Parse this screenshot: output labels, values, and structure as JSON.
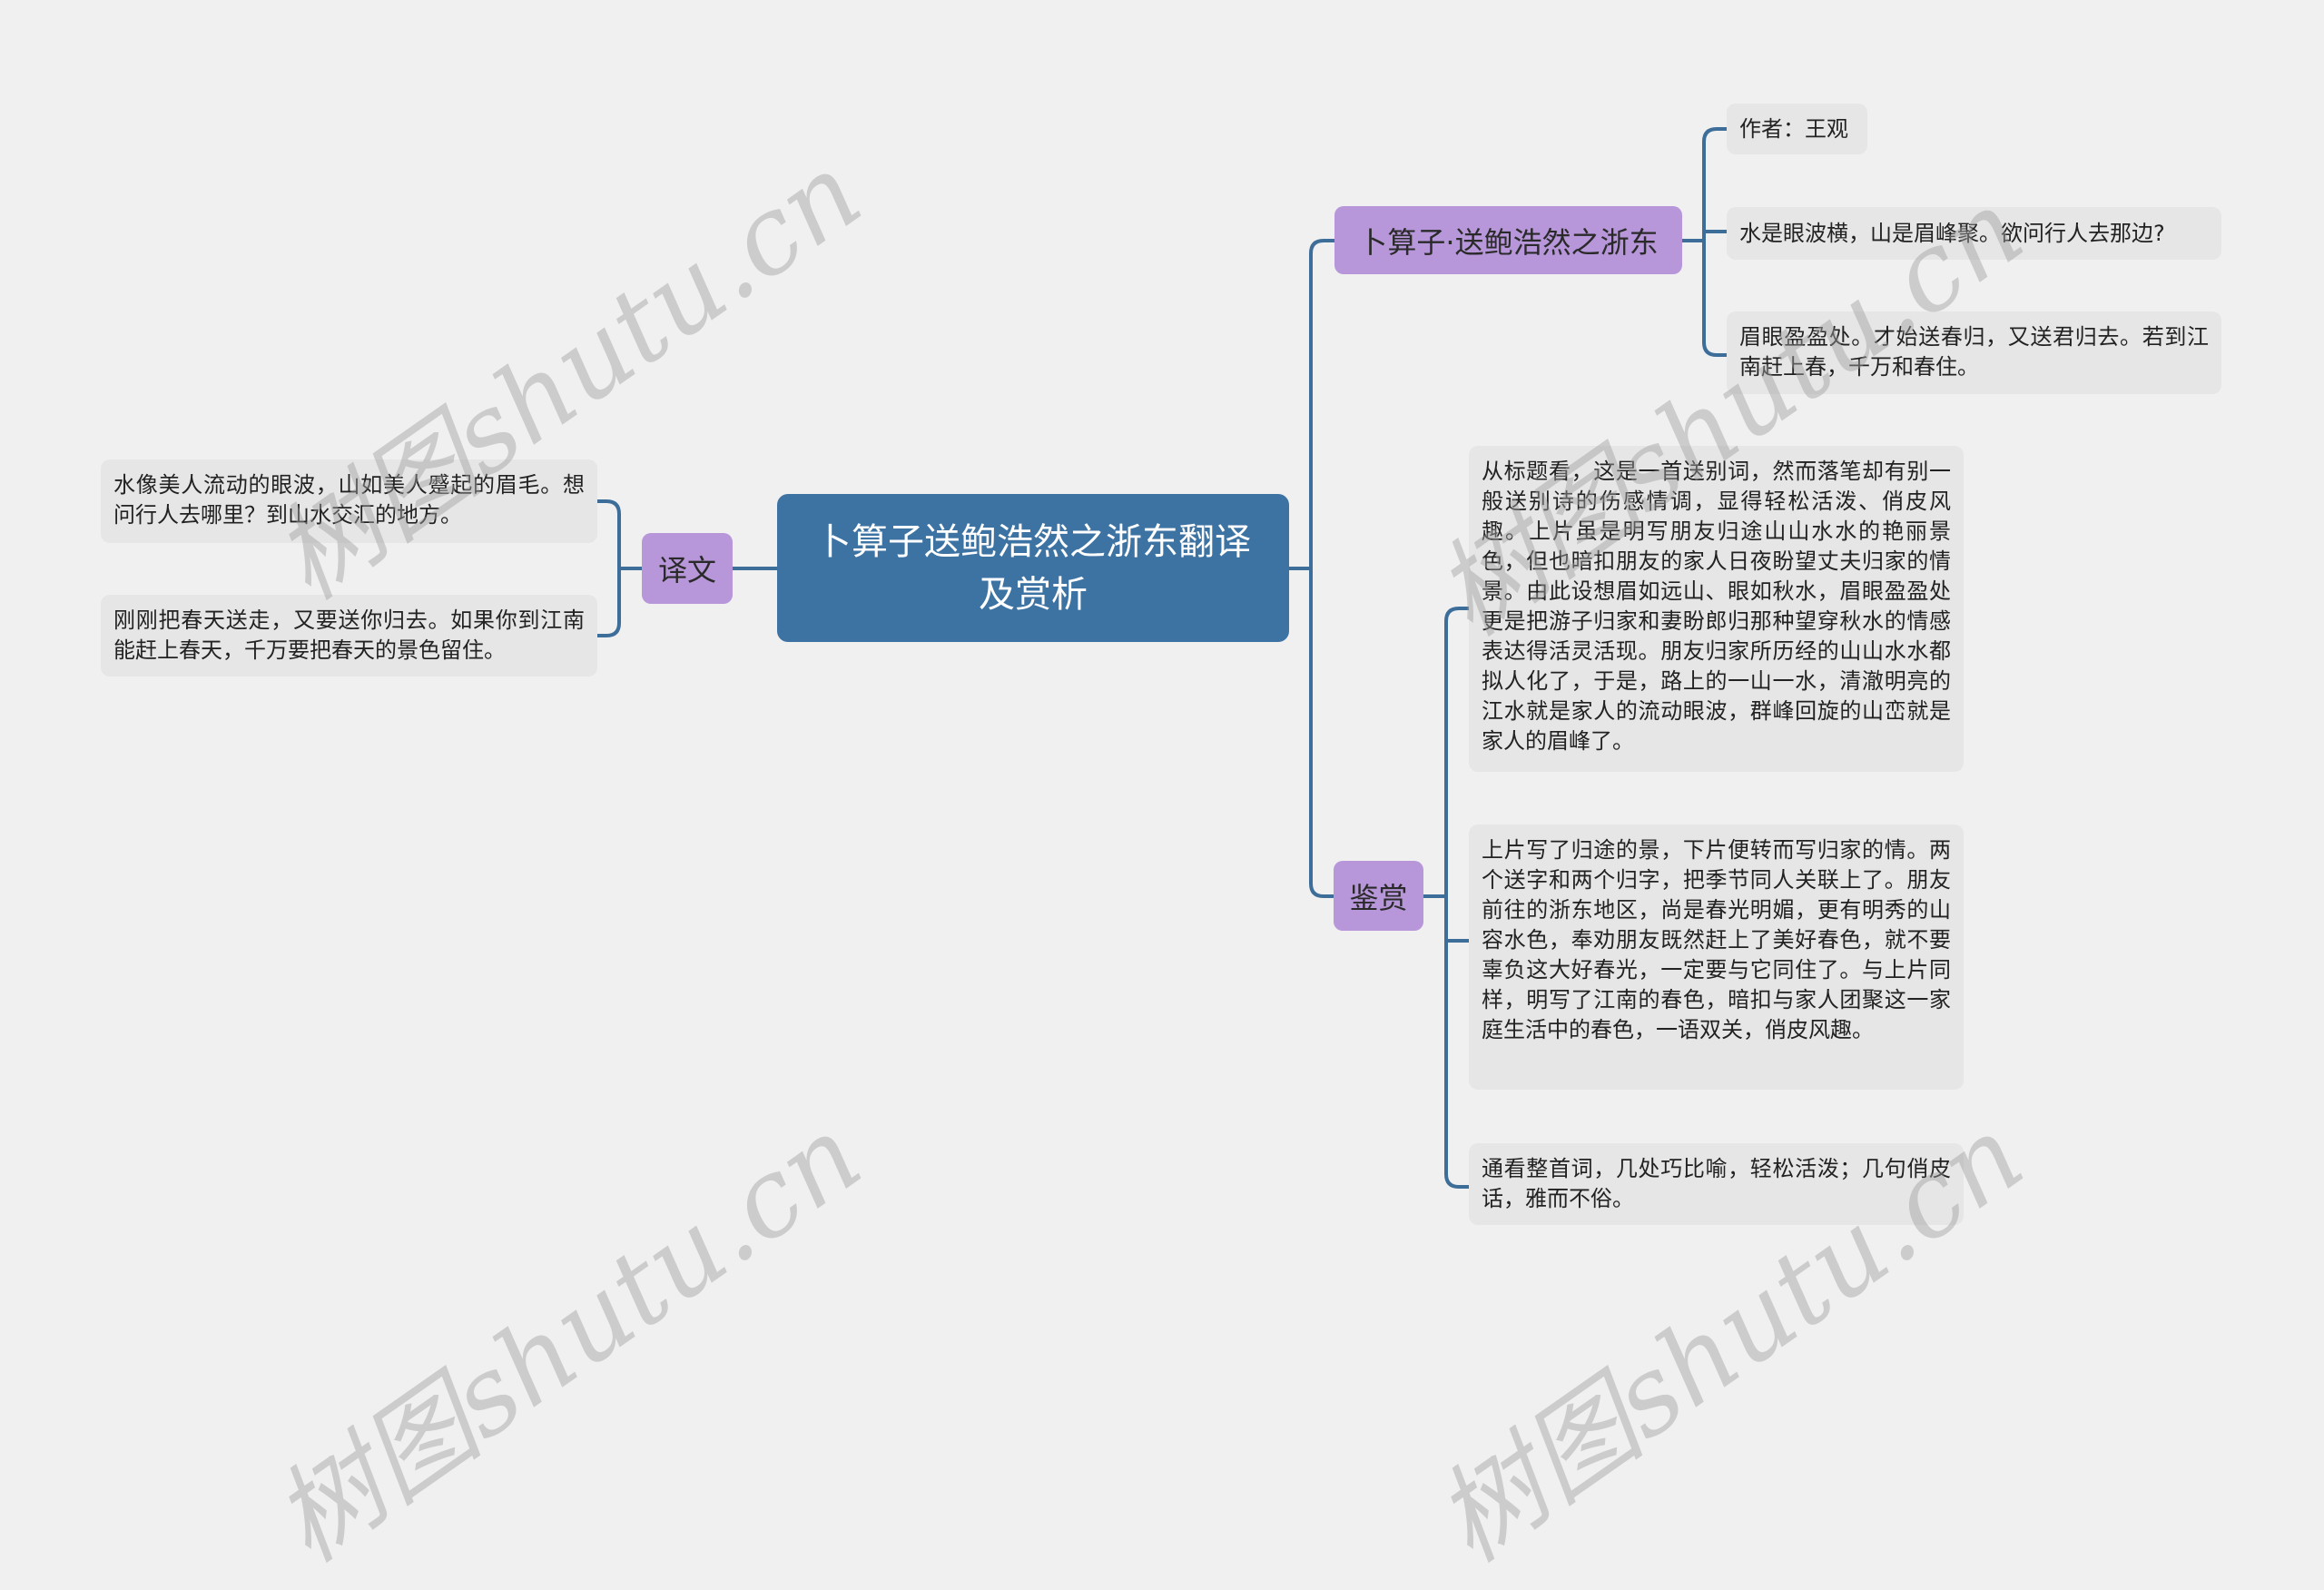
{
  "root": {
    "title": "卜算子送鲍浩然之浙东翻译及赏析"
  },
  "left": {
    "branch": {
      "label": "译文",
      "leaves": [
        "水像美人流动的眼波，山如美人蹙起的眉毛。想问行人去哪里？到山水交汇的地方。",
        "刚刚把春天送走，又要送你归去。如果你到江南能赶上春天，千万要把春天的景色留住。"
      ]
    }
  },
  "right": {
    "branches": [
      {
        "label": "卜算子·送鲍浩然之浙东",
        "leaves": [
          "作者：王观",
          "水是眼波横，山是眉峰聚。欲问行人去那边?",
          "眉眼盈盈处。才始送春归，又送君归去。若到江南赶上春，千万和春住。"
        ]
      },
      {
        "label": "鉴赏",
        "leaves": [
          "从标题看，这是一首送别词，然而落笔却有别一般送别诗的伤感情调，显得轻松活泼、俏皮风趣。上片虽是明写朋友归途山山水水的艳丽景色，但也暗扣朋友的家人日夜盼望丈夫归家的情景。由此设想眉如远山、眼如秋水，眉眼盈盈处更是把游子归家和妻盼郎归那种望穿秋水的情感表达得活灵活现。朋友归家所历经的山山水水都拟人化了，于是，路上的一山一水，清澈明亮的江水就是家人的流动眼波，群峰回旋的山峦就是家人的眉峰了。",
          "上片写了归途的景，下片便转而写归家的情。两个送字和两个归字，把季节同人关联上了。朋友前往的浙东地区，尚是春光明媚，更有明秀的山容水色，奉劝朋友既然赶上了美好春色，就不要辜负这大好春光，一定要与它同住了。与上片同样，明写了江南的春色，暗扣与家人团聚这一家庭生活中的春色，一语双关，俏皮风趣。",
          "通看整首词，几处巧比喻，轻松活泼；几句俏皮话，雅而不俗。"
        ]
      }
    ]
  },
  "watermark": {
    "text": "树图shutu.cn"
  },
  "colors": {
    "background": "#f0f0f0",
    "root": "#3d73a3",
    "branch": "#b797d9",
    "leaf": "#e6e6e6",
    "line": "#3d6e99"
  }
}
